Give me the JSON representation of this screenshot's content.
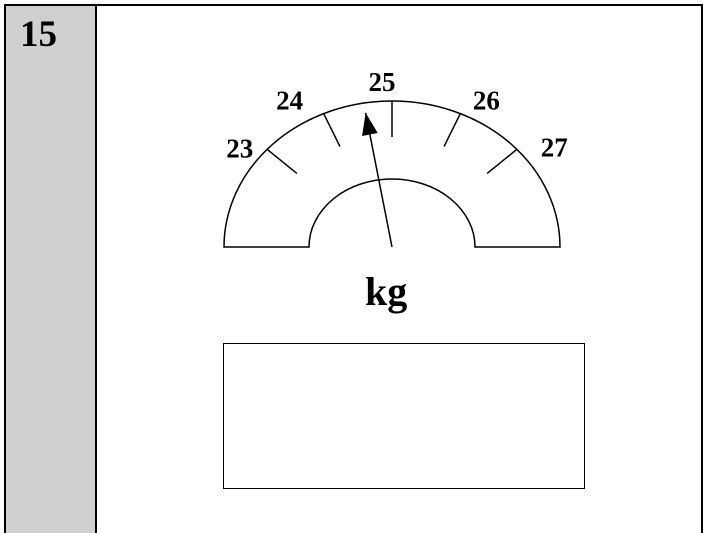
{
  "question": {
    "number": "15"
  },
  "scale": {
    "unit": "kg",
    "min": 23,
    "max": 27,
    "ticks": [
      "23",
      "24",
      "25",
      "26",
      "27"
    ],
    "pointer_value": 24.6
  },
  "answer_box": {
    "value": ""
  }
}
